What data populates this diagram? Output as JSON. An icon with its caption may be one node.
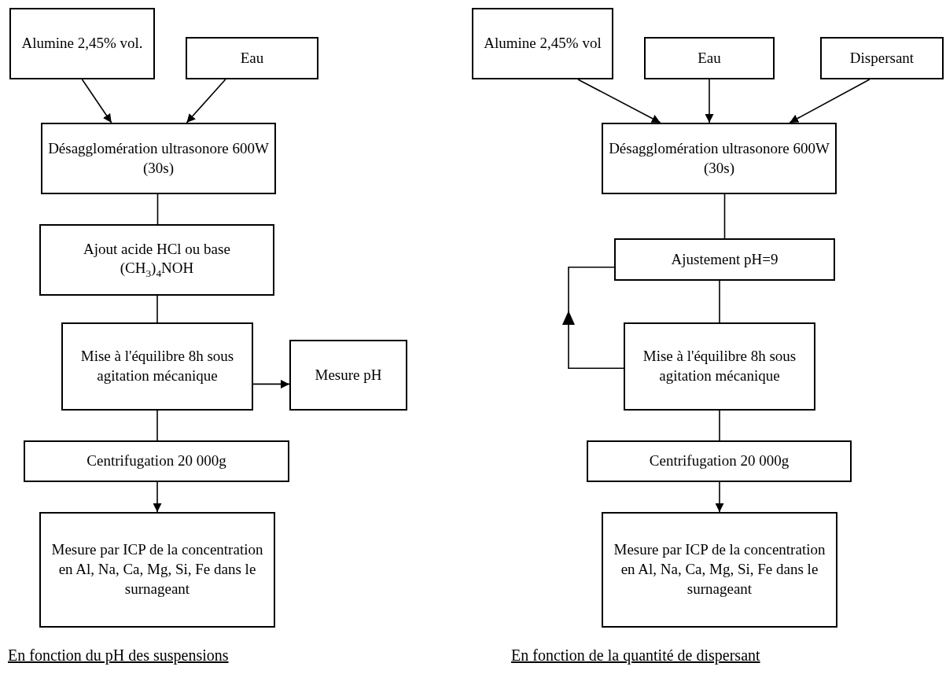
{
  "diagram": {
    "nodes": [
      {
        "text": [
          "Alumine 2,45% vol."
        ]
      },
      {
        "text": [
          "Eau"
        ]
      },
      {
        "text": [
          "Désagglomération ultrasonore 600W (30s)"
        ]
      },
      {
        "text": [
          "Ajout acide HCl ou base (CH$_{3}$)$_{4}$NOH"
        ]
      },
      {
        "text": [
          "Mise à l'équilibre 8h sous agitation mécanique"
        ]
      },
      {
        "text": [
          "Mesure pH"
        ]
      },
      {
        "text": [
          "Centrifugation 20 000g"
        ]
      },
      {
        "text": [
          "Mesure par ICP de la concentration en Al, Na, Ca, Mg, Si, Fe dans le surnageant"
        ]
      },
      {
        "text": [
          "Alumine 2,45% vol"
        ]
      },
      {
        "text": [
          "Eau"
        ]
      },
      {
        "text": [
          "Dispersant"
        ]
      },
      {
        "text": [
          "Désagglomération ultrasonore 600W (30s)"
        ]
      },
      {
        "text": [
          "Ajustement pH=9"
        ]
      },
      {
        "text": [
          "Mise à l'équilibre 8h sous agitation mécanique"
        ]
      },
      {
        "text": [
          "Centrifugation 20 000g"
        ]
      },
      {
        "text": [
          "Mesure par ICP de la concentration en Al, Na, Ca, Mg, Si, Fe dans le surnageant"
        ]
      }
    ],
    "edges": [
      {
        "from": 0,
        "to": 2,
        "arrow": "to"
      },
      {
        "from": 1,
        "to": 2,
        "arrow": "to"
      },
      {
        "from": 2,
        "to": 3,
        "arrow": "none"
      },
      {
        "from": 3,
        "to": 4,
        "arrow": "none"
      },
      {
        "from": 4,
        "to": 5,
        "arrow": "to"
      },
      {
        "from": 4,
        "to": 6,
        "arrow": "none"
      },
      {
        "from": 6,
        "to": 7,
        "arrow": "to"
      },
      {
        "from": 8,
        "to": 11,
        "arrow": "to"
      },
      {
        "from": 9,
        "to": 11,
        "arrow": "to"
      },
      {
        "from": 10,
        "to": 11,
        "arrow": "to"
      },
      {
        "from": 11,
        "to": 12,
        "arrow": "none"
      },
      {
        "from": 12,
        "to": 13,
        "arrow": "none"
      },
      {
        "from": 13,
        "to": 12,
        "arrow": "to"
      },
      {
        "from": 14,
        "to": 15,
        "arrow": "to"
      },
      {
        "from": 13,
        "to": 14,
        "arrow": "none"
      }
    ],
    "labels": [
      "En fonction du pH des suspensions",
      "En fonction de la quantité de dispersant"
    ]
  }
}
